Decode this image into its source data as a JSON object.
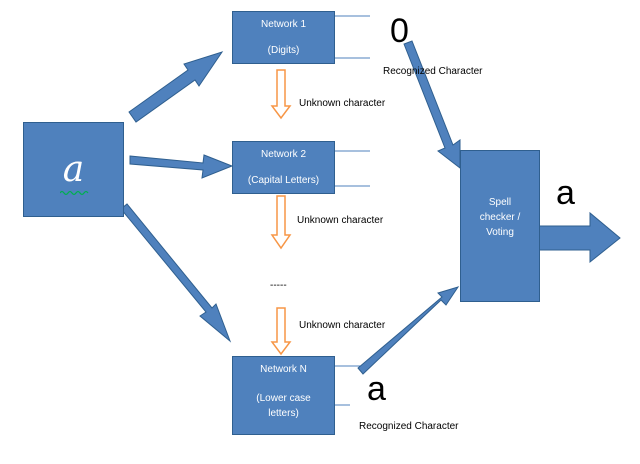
{
  "input": {
    "glyph": "a"
  },
  "networks": [
    {
      "title": "Network 1",
      "subtitle": "(Digits)"
    },
    {
      "title": "Network 2",
      "subtitle": "(Capital Letters)"
    },
    {
      "title": "Network N",
      "subtitle": "(Lower case letters)"
    }
  ],
  "unknown_labels": [
    "Unknown character",
    "Unknown character",
    "Unknown character"
  ],
  "ellipsis": "-----",
  "outputs": {
    "net1_value": "0",
    "net1_caption": "Recognized Character",
    "netN_value": "a",
    "netN_caption": "Recognized Character"
  },
  "voter": {
    "label": "Spell checker / Voting"
  },
  "final_output": "a",
  "colors": {
    "box_fill": "#4f81bd",
    "box_border": "#2f5f8f",
    "down_arrow": "#f79646"
  }
}
